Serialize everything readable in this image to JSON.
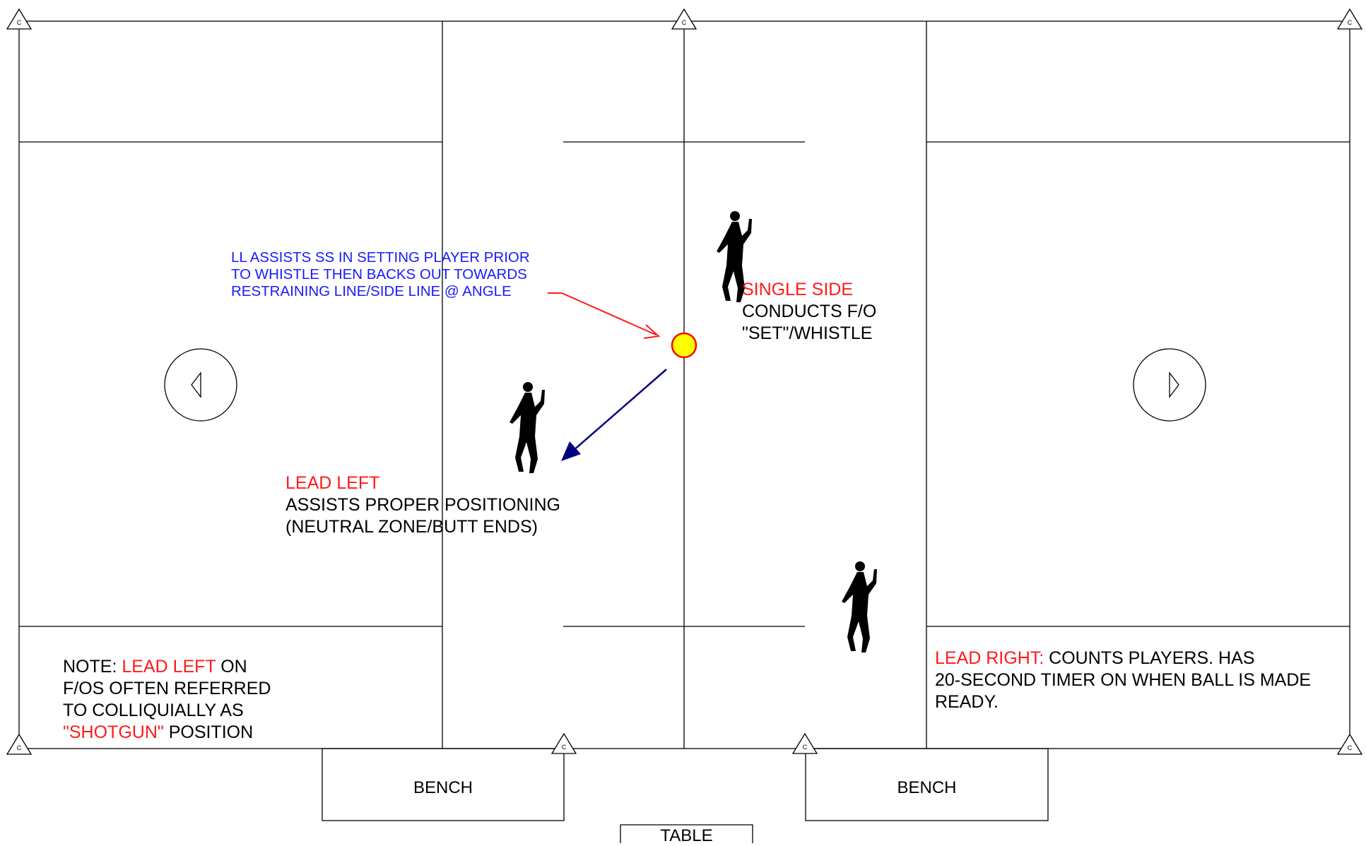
{
  "note": {
    "pre": "NOTE: ",
    "lead_left": "LEAD LEFT",
    "line1_post": " ON",
    "line2": "F/OS OFTEN REFERRED",
    "line3": "TO COLLIQUIALLY AS",
    "shotgun": "\"SHOTGUN\"",
    "line4_post": " POSITION"
  },
  "ll_annotation": {
    "line1": "LL ASSISTS SS IN SETTING PLAYER PRIOR",
    "line2": "TO WHISTLE THEN BACKS OUT TOWARDS",
    "line3": "RESTRAINING LINE/SIDE LINE @ ANGLE"
  },
  "single_side": {
    "title": "SINGLE SIDE",
    "line1": "CONDUCTS F/O",
    "line2": "\"SET\"/WHISTLE"
  },
  "lead_left": {
    "title": "LEAD LEFT",
    "line1": "ASSISTS PROPER POSITIONING",
    "line2": "(NEUTRAL ZONE/BUTT ENDS)"
  },
  "lead_right": {
    "title": "LEAD RIGHT:",
    "line1_post": " COUNTS PLAYERS. HAS",
    "line2": "20-SECOND TIMER ON WHEN BALL IS MADE",
    "line3": "READY."
  },
  "labels": {
    "bench_left": "BENCH",
    "bench_right": "BENCH",
    "table": "TABLE",
    "cone": "C"
  },
  "colors": {
    "red": "#ff1a1a",
    "blue_text": "#1a1aff",
    "navy_arrow": "#00007f",
    "ball_fill": "#ffff00",
    "ball_stroke": "#ff0000"
  }
}
